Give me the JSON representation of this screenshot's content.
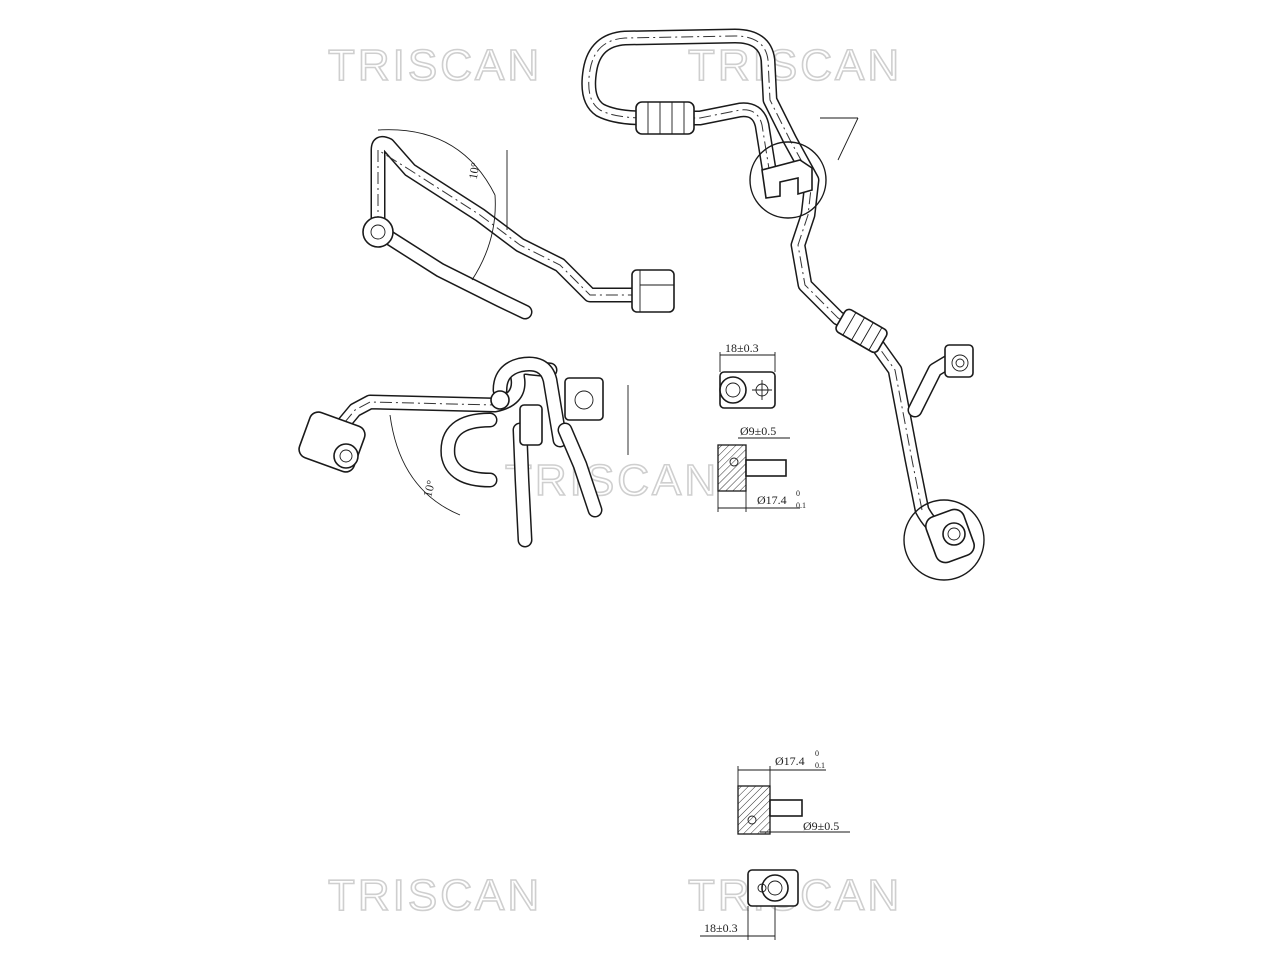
{
  "watermark": "TRISCAN",
  "dimensions": {
    "angle_top": "10°",
    "angle_bottom": "10°",
    "width_top": "18±0.3",
    "bore_top": "Ø9±0.5",
    "outer_top_main": "Ø17.4",
    "outer_top_tol_upper": "0",
    "outer_top_tol_lower": "0.1",
    "outer_bottom_main": "Ø17.4",
    "outer_bottom_tol_upper": "0",
    "outer_bottom_tol_lower": "0.1",
    "bore_bottom": "Ø9±0.5",
    "width_bottom": "18±0.3"
  }
}
